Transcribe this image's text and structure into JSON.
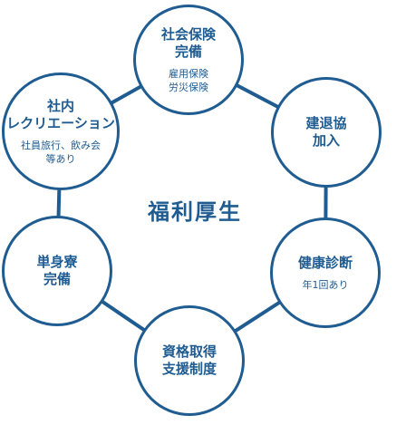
{
  "center": {
    "label": "福利厚生"
  },
  "colors": {
    "accent": "#1f5c91",
    "background": "#ffffff"
  },
  "nodes": [
    {
      "id": "shakai",
      "title": "社会保険\n完備",
      "sub": "雇用保険\n労災保険"
    },
    {
      "id": "kentai",
      "title": "建退協\n加入",
      "sub": ""
    },
    {
      "id": "kenko",
      "title": "健康診断",
      "sub": "年1回あり"
    },
    {
      "id": "shikaku",
      "title": "資格取得\n支援制度",
      "sub": ""
    },
    {
      "id": "tanshin",
      "title": "単身寮\n完備",
      "sub": ""
    },
    {
      "id": "rec",
      "title": "社内\nレクリエーション",
      "sub": "社員旅行、飲み会\n等あり"
    }
  ]
}
